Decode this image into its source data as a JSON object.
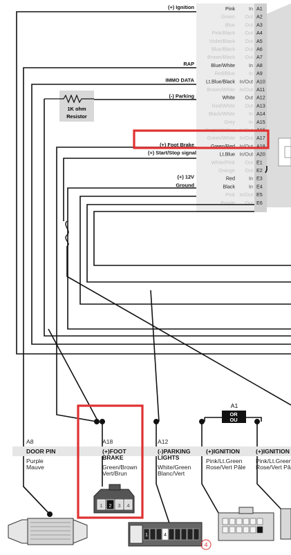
{
  "pins": [
    {
      "id": "A1",
      "color": "Pink",
      "dir": "In",
      "label": "(+) Ignition",
      "active": true
    },
    {
      "id": "A2",
      "color": "Green",
      "dir": "Out",
      "label": "",
      "active": false
    },
    {
      "id": "A3",
      "color": "Blue",
      "dir": "Out",
      "label": "",
      "active": false
    },
    {
      "id": "A4",
      "color": "Pink/Black",
      "dir": "Out",
      "label": "",
      "active": false
    },
    {
      "id": "A5",
      "color": "Violet/Black",
      "dir": "Out",
      "label": "",
      "active": false
    },
    {
      "id": "A6",
      "color": "Blue/Black",
      "dir": "Out",
      "label": "",
      "active": false
    },
    {
      "id": "A7",
      "color": "Brown/Black",
      "dir": "Out",
      "label": "",
      "active": false
    },
    {
      "id": "A8",
      "color": "Blue/White",
      "dir": "In",
      "label": "RAP",
      "active": true
    },
    {
      "id": "A9",
      "color": "Red/Blue",
      "dir": "In",
      "label": "",
      "active": false
    },
    {
      "id": "A10",
      "color": "Lt.Blue/Black",
      "dir": "In/Out",
      "label": "IMMO DATA",
      "active": true
    },
    {
      "id": "A11",
      "color": "Brown/White",
      "dir": "In/Out",
      "label": "",
      "active": false
    },
    {
      "id": "A12",
      "color": "White",
      "dir": "Out",
      "label": "(-) Parking",
      "active": true
    },
    {
      "id": "A13",
      "color": "Red/White",
      "dir": "Out",
      "label": "",
      "active": false
    },
    {
      "id": "A14",
      "color": "Black/White",
      "dir": "In",
      "label": "",
      "active": false
    },
    {
      "id": "A15",
      "color": "Grey",
      "dir": "In",
      "label": "",
      "active": false
    },
    {
      "id": "A16",
      "color": "Purple/Yellow",
      "dir": "In/Out",
      "label": "",
      "active": false
    },
    {
      "id": "A17",
      "color": "Green/White",
      "dir": "In/Out",
      "label": "",
      "active": false
    },
    {
      "id": "A18",
      "color": "Green/Red",
      "dir": "In/Out",
      "label": "(+) Foot Brake",
      "active": true
    },
    {
      "id": "A20",
      "color": "Lt.Blue",
      "dir": "In/Out",
      "label": "(+) Start/Stop signal",
      "active": true
    },
    {
      "id": "E1",
      "color": "White/Pink",
      "dir": "Out",
      "label": "",
      "active": false
    },
    {
      "id": "E2",
      "color": "Orange",
      "dir": "Out",
      "label": "",
      "active": false
    },
    {
      "id": "E3",
      "color": "Red",
      "dir": "In",
      "label": "(+) 12V",
      "active": true
    },
    {
      "id": "E4",
      "color": "Black",
      "dir": "In",
      "label": "Ground",
      "active": true
    },
    {
      "id": "E5",
      "color": "Pink",
      "dir": "In/Out",
      "label": "",
      "active": false
    },
    {
      "id": "E6",
      "color": "Purple",
      "dir": "Out",
      "label": "",
      "active": false
    }
  ],
  "resistor": {
    "line1": "1K ohm",
    "line2": "Resistor"
  },
  "or_box": {
    "pin": "A1",
    "line1": "OR",
    "line2": "OU"
  },
  "connectors": [
    {
      "pin": "A8",
      "title": [
        "DOOR PIN"
      ],
      "colors": [
        "Purple",
        "Mauve"
      ]
    },
    {
      "pin": "A18",
      "title": [
        "(+)FOOT",
        "BRAKE"
      ],
      "colors": [
        "Green/Brown",
        "Vert/Brun"
      ]
    },
    {
      "pin": "A12",
      "title": [
        "(-)PARKING",
        "LIGHTS"
      ],
      "colors": [
        "White/Green",
        "Blanc/Vert"
      ]
    },
    {
      "pin": "",
      "title": [
        "(+)IGNITION"
      ],
      "colors": [
        "Pink/Lt.Green",
        "Rose/Vert Pâle"
      ]
    },
    {
      "pin": "",
      "title": [
        "(+)IGNITION"
      ],
      "colors": [
        "Pink/Lt.Green",
        "Rose/Vert Pâle"
      ]
    }
  ],
  "brake_plug_pins": [
    "1",
    "2",
    "3",
    "4"
  ],
  "parking_plug_pins": [
    "1",
    "",
    "",
    "4",
    "",
    "",
    "",
    "",
    ""
  ],
  "footer_marker": "4",
  "colors": {
    "highlight": "#e03131",
    "gray_band": "#e6e6e6",
    "text": "#222222",
    "dim_text": "#c2c2c2"
  }
}
